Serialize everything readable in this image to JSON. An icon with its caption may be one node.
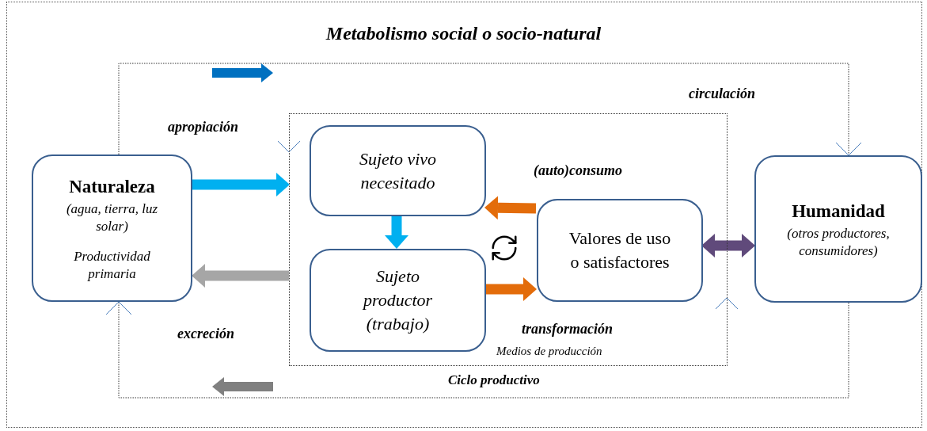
{
  "diagram": {
    "title": "Metabolismo social o socio-natural",
    "nodes": [
      {
        "text": [
          "Naturaleza",
          "(agua, tierra, luz solar)",
          "Productividad primaria"
        ]
      },
      {
        "text": [
          "Ciclo productivo"
        ]
      },
      {
        "text": [
          "Sujeto vivo necesitado"
        ],
        "in": 1
      },
      {
        "text": [
          "Sujeto productor (trabajo)"
        ],
        "in": 1
      },
      {
        "text": [
          "Valores de uso o satisfactores"
        ],
        "in": 1
      },
      {
        "text": [
          "Humanidad",
          "(otros productores, consumidores)"
        ]
      }
    ],
    "edges": [
      {
        "from": 0,
        "to": 1,
        "arrow": "to",
        "label": "apropiación",
        "color": "#00b0f0"
      },
      {
        "from": 1,
        "to": 0,
        "arrow": "to",
        "label": "excreción",
        "color": "#a6a6a6"
      },
      {
        "from": 2,
        "to": 3,
        "arrow": "to",
        "color": "#00b0f0"
      },
      {
        "from": 4,
        "to": 2,
        "arrow": "to",
        "label": "(auto)consumo",
        "color": "#e36c0a"
      },
      {
        "from": 3,
        "to": 4,
        "arrow": "to",
        "label": "transformación",
        "color": "#e36c0a"
      },
      {
        "from": 4,
        "to": 5,
        "arrow": "both",
        "color": "#604a7b"
      },
      {
        "from": 0,
        "to": 5,
        "arrow": "to",
        "label": "circulación",
        "style": "dashed",
        "color": "#404040"
      },
      {
        "from": 5,
        "to": 0,
        "arrow": "to",
        "style": "dashed",
        "color": "#404040"
      }
    ],
    "labels": [
      "Medios de producción"
    ]
  }
}
